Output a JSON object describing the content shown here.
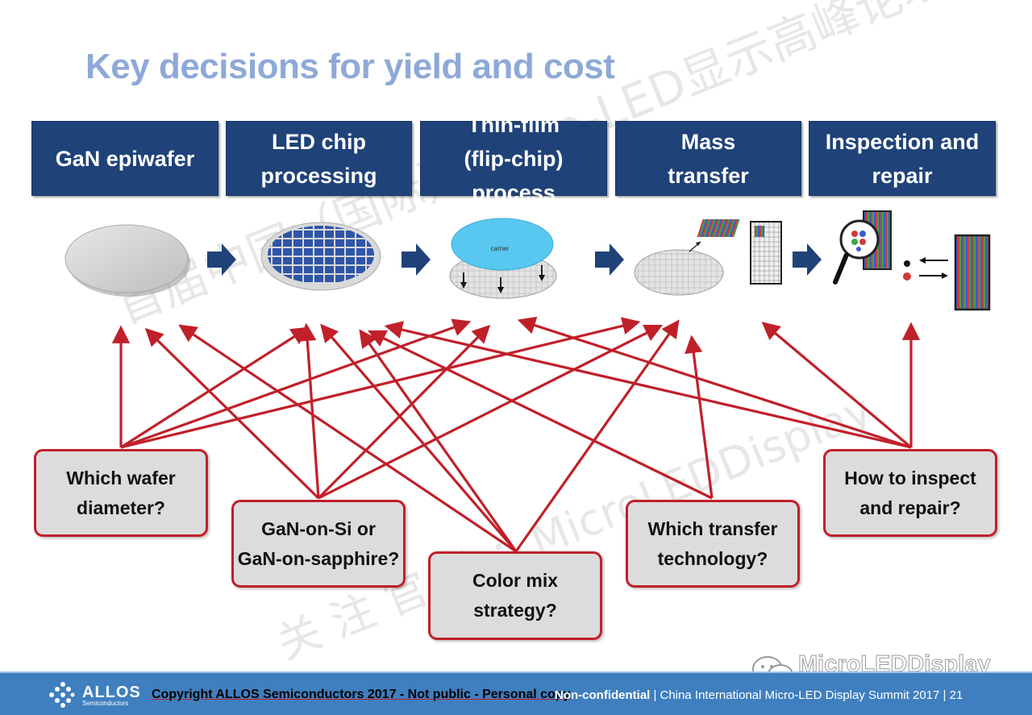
{
  "slide": {
    "title": "Key decisions for yield and cost"
  },
  "process_steps": [
    {
      "label": "GaN epiwafer"
    },
    {
      "label": "LED chip\nprocessing"
    },
    {
      "label": "Thin-film\n(flip-chip) process"
    },
    {
      "label": "Mass\ntransfer"
    },
    {
      "label": "Inspection and\nrepair"
    }
  ],
  "illustrations": {
    "carrier_label": "carrier"
  },
  "decisions": [
    {
      "label": "Which wafer\ndiameter?"
    },
    {
      "label": "GaN-on-Si or\nGaN-on-sapphire?"
    },
    {
      "label": "Color mix\nstrategy?"
    },
    {
      "label": "Which transfer\ntechnology?"
    },
    {
      "label": "How to inspect\nand repair?"
    }
  ],
  "watermark": {
    "line1": "首届中国（国际）Micro-LED显示高峰论坛",
    "line2": "关 注 官 微 ：MicroLEDDisplay"
  },
  "brand_watermark": "MicroLEDDisplay",
  "footer": {
    "logo": "ALLOS",
    "logo_sub": "Semiconductors",
    "copyright": "Copyright ALLOS Semiconductors 2017 - Not public - Personal copy",
    "classification": "Non-confidential",
    "event": " | China International Micro-LED Display Summit  2017 | 21"
  },
  "colors": {
    "step_fill": "#1f4279",
    "arrow_red": "#c0202a",
    "box_fill": "#dcdcdc",
    "footer_blue": "#3f7fbf",
    "title_blue": "#8ea9d8"
  }
}
